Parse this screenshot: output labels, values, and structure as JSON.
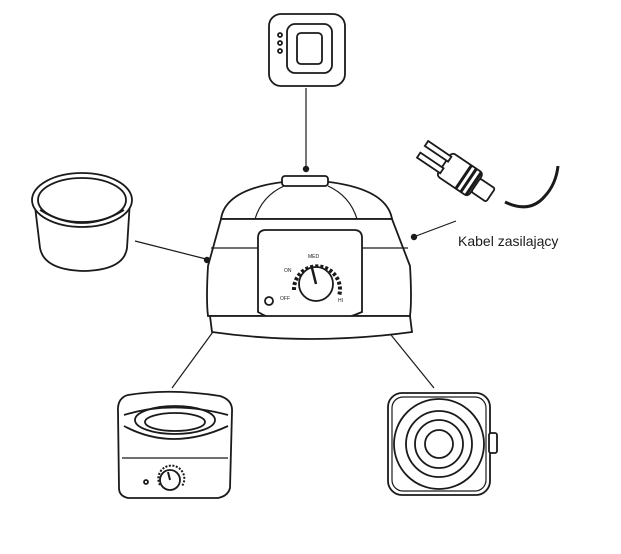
{
  "labels": {
    "power_cable": "Kabel zasilający"
  },
  "dial": {
    "off": "OFF",
    "on": "ON",
    "med": "MED",
    "hi": "HI"
  },
  "colors": {
    "line": "#1a1a1a",
    "background": "#ffffff"
  }
}
